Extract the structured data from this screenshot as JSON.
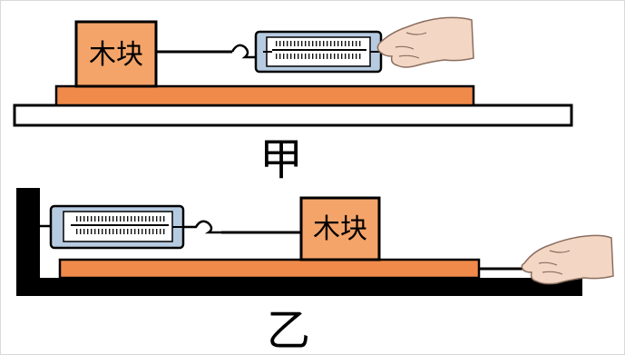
{
  "diagram": {
    "setup_a": {
      "block_label": "木块",
      "caption": "甲"
    },
    "setup_b": {
      "block_label": "木块",
      "caption": "乙"
    },
    "colors": {
      "block": "#f4a469",
      "board": "#f08a4b",
      "table": "#ffffff",
      "base": "#000000",
      "gauge_body": "#b7cbe0",
      "gauge_window": "#ffffff",
      "skin": "#f3d7c4",
      "outline": "#000000"
    },
    "icons": [
      "hand-icon",
      "spring-scale-icon",
      "hook-icon"
    ]
  }
}
